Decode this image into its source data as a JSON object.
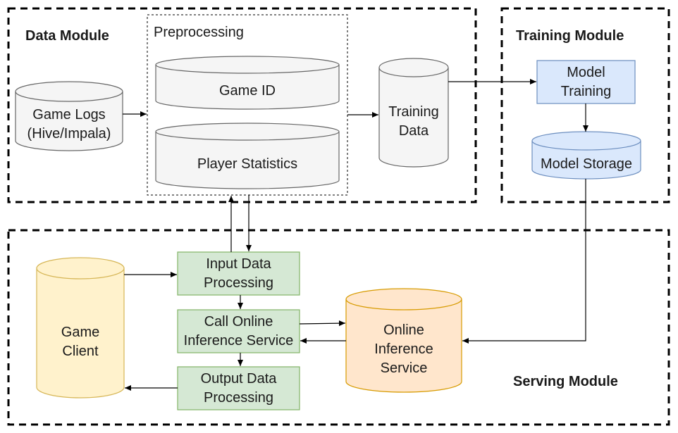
{
  "modules": {
    "data": "Data Module",
    "training": "Training Module",
    "serving": "Serving Module"
  },
  "preprocessing": {
    "title": "Preprocessing",
    "game_id": "Game ID",
    "player_statistics": "Player Statistics"
  },
  "stores": {
    "game_logs": "Game Logs\n(Hive/Impala)",
    "training_data": "Training\nData",
    "model_storage": "Model Storage",
    "game_client": "Game\nClient",
    "online_inference_service": "Online\nInference\nService"
  },
  "processes": {
    "model_training": "Model\nTraining",
    "input_data_processing": "Input Data\nProcessing",
    "call_online_inference": "Call Online\nInference Service",
    "output_data_processing": "Output Data\nProcessing"
  },
  "colors": {
    "gray_fill": "#f5f5f5",
    "gray_stroke": "#666666",
    "blue_fill": "#dae8fc",
    "blue_stroke": "#6c8ebf",
    "green_fill": "#d5e8d4",
    "green_stroke": "#82b366",
    "yellow_fill": "#fff2cc",
    "yellow_stroke": "#d6b656",
    "orange_fill": "#ffe6cc",
    "orange_stroke": "#d79b00"
  }
}
